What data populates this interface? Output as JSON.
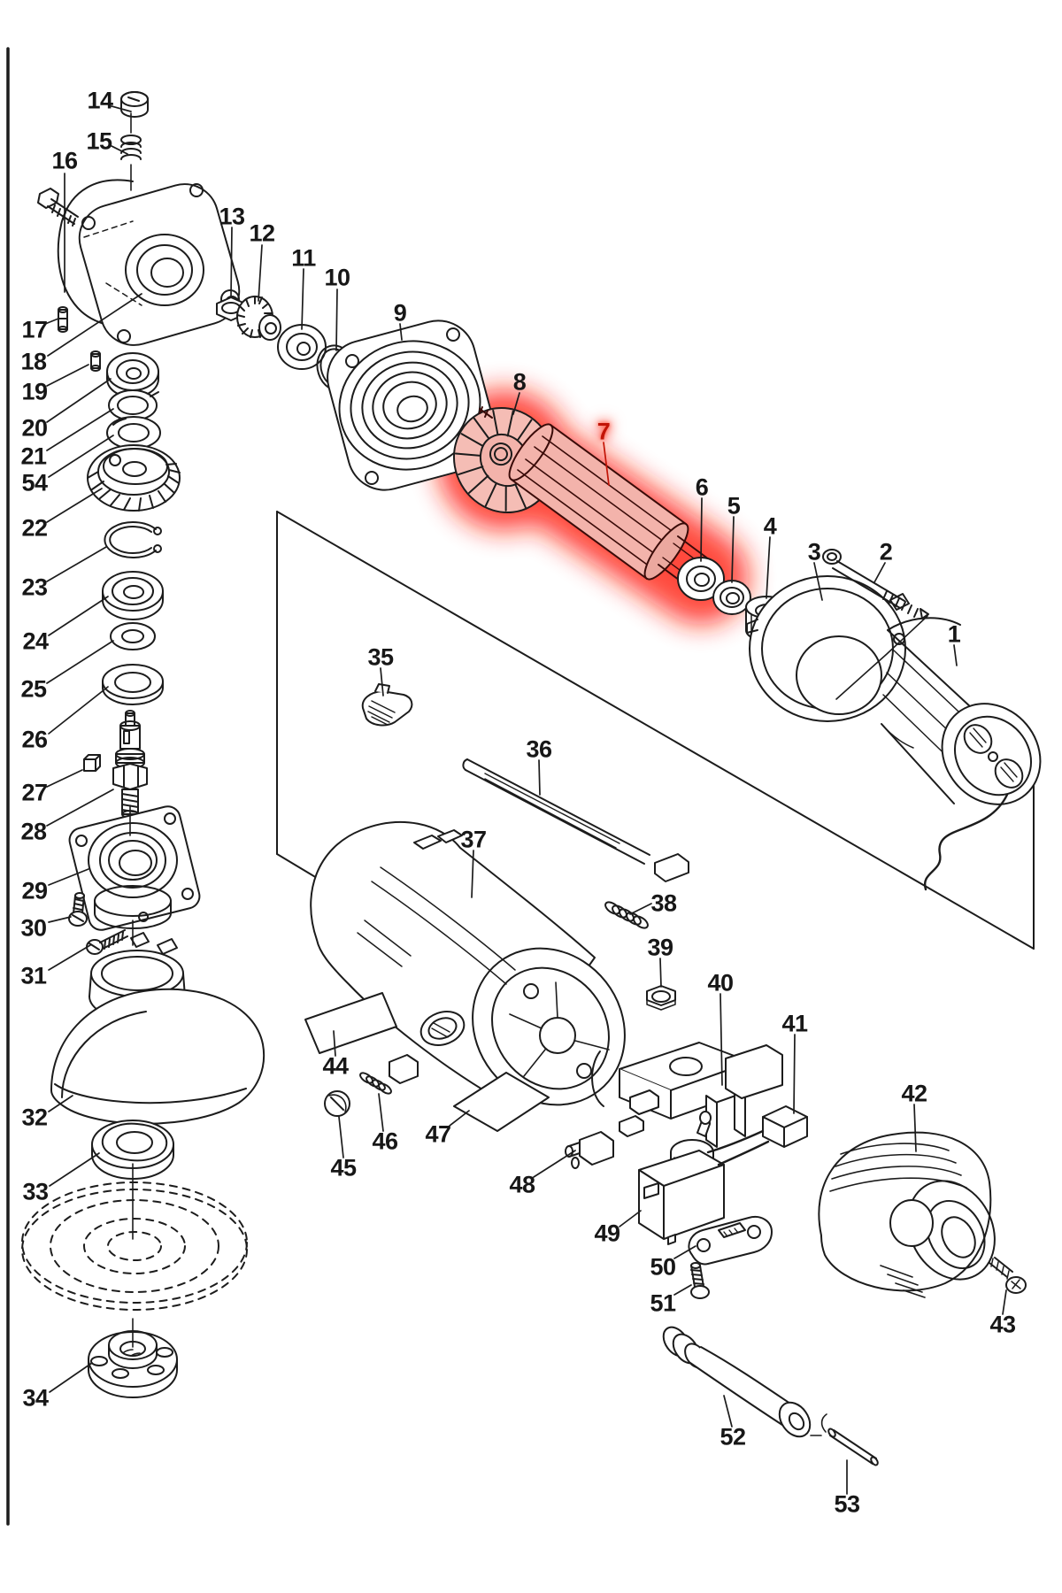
{
  "diagram": {
    "description": "Exploded parts diagram of an angle grinder",
    "highlighted_part_number": "7",
    "colors": {
      "line": "#1c1c1c",
      "background": "#ffffff",
      "highlight": "#e8170a"
    },
    "labels": {
      "1": "1",
      "2": "2",
      "3": "3",
      "4": "4",
      "5": "5",
      "6": "6",
      "7": "7",
      "8": "8",
      "9": "9",
      "10": "10",
      "11": "11",
      "12": "12",
      "13": "13",
      "14": "14",
      "15": "15",
      "16": "16",
      "17": "17",
      "18": "18",
      "19": "19",
      "20": "20",
      "21": "21",
      "22": "22",
      "23": "23",
      "24": "24",
      "25": "25",
      "26": "26",
      "27": "27",
      "28": "28",
      "29": "29",
      "30": "30",
      "31": "31",
      "32": "32",
      "33": "33",
      "34": "34",
      "35": "35",
      "36": "36",
      "37": "37",
      "38": "38",
      "39": "39",
      "40": "40",
      "41": "41",
      "42": "42",
      "43": "43",
      "44": "44",
      "45": "45",
      "46": "46",
      "47": "47",
      "48": "48",
      "49": "49",
      "50": "50",
      "51": "51",
      "52": "52",
      "53": "53",
      "54": "54"
    }
  }
}
